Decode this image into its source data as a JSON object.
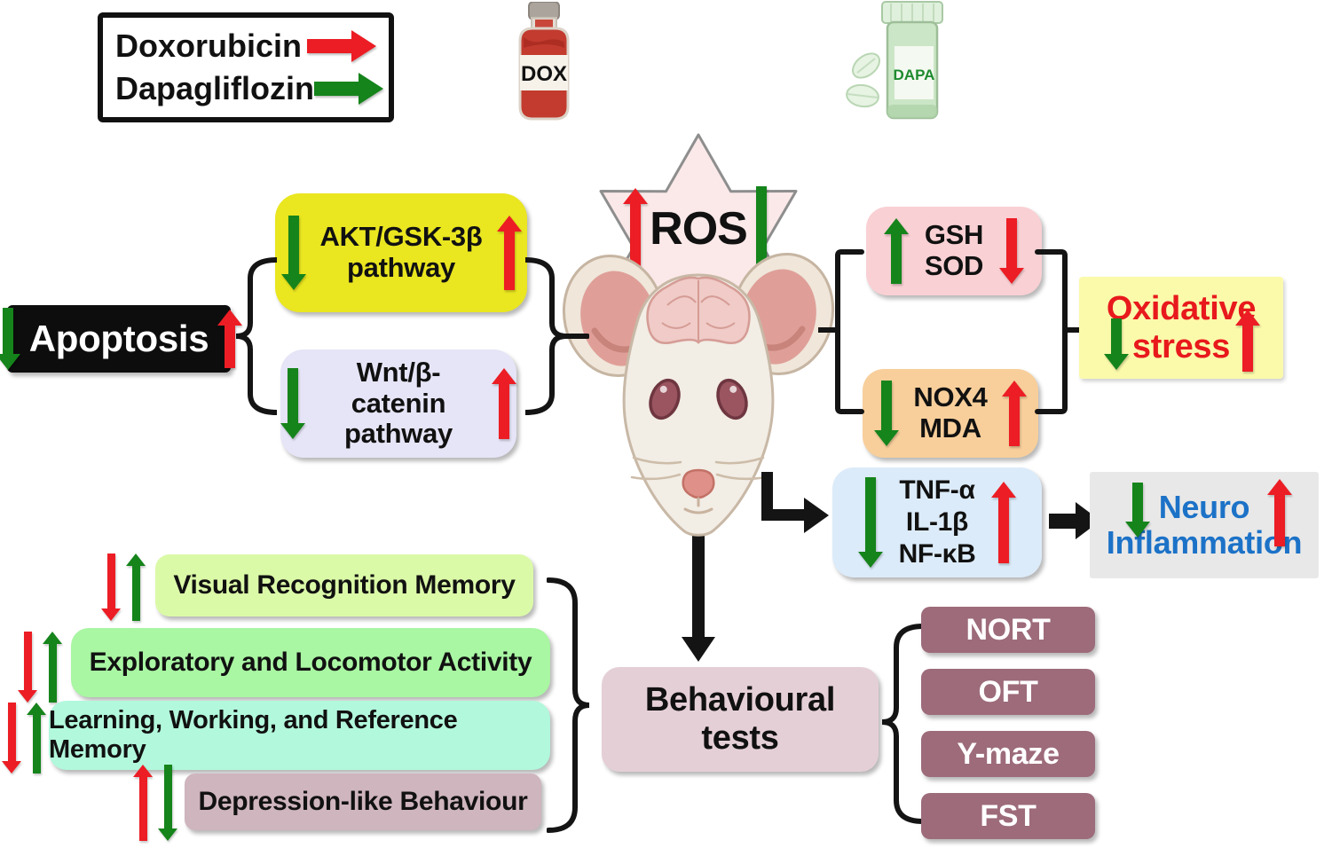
{
  "legend": {
    "items": [
      {
        "label": "Doxorubicin",
        "arrow_color": "#EC1D24"
      },
      {
        "label": "Dapagliflozin",
        "arrow_color": "#15841B"
      }
    ]
  },
  "drugs": {
    "dox_vial_label": "DOX",
    "dapa_bottle_label": "DAPA"
  },
  "ros": {
    "label": "ROS",
    "doxorubicin_arrow": "up",
    "dapagliflozin_arrow": "down"
  },
  "apoptosis": {
    "label": "Apoptosis",
    "doxorubicin_arrow": "up",
    "dapagliflozin_arrow": "down"
  },
  "pathway_akt": {
    "line1": "AKT/GSK-3β",
    "line2": "pathway",
    "doxorubicin_arrow": "up",
    "dapagliflozin_arrow": "down"
  },
  "pathway_wnt": {
    "line1": "Wnt/β-catenin",
    "line2": "pathway",
    "doxorubicin_arrow": "up",
    "dapagliflozin_arrow": "down"
  },
  "antioxidants": {
    "line1": "GSH",
    "line2": "SOD",
    "doxorubicin_arrow": "down",
    "dapagliflozin_arrow": "up"
  },
  "prooxidants": {
    "line1": "NOX4",
    "line2": "MDA",
    "doxorubicin_arrow": "up",
    "dapagliflozin_arrow": "down"
  },
  "oxidative_stress": {
    "line1": "Oxidative",
    "line2": "stress",
    "doxorubicin_arrow": "up",
    "dapagliflozin_arrow": "down"
  },
  "cytokines": {
    "line1": "TNF-α",
    "line2": "IL-1β",
    "line3": "NF-κB",
    "doxorubicin_arrow": "up",
    "dapagliflozin_arrow": "down"
  },
  "neuroinflammation": {
    "line1": "Neuro",
    "line2": "Inflammation",
    "doxorubicin_arrow": "up",
    "dapagliflozin_arrow": "down"
  },
  "behaviours": [
    {
      "label": "Visual Recognition Memory",
      "doxorubicin_arrow": "down",
      "dapagliflozin_arrow": "up"
    },
    {
      "label": "Exploratory and Locomotor Activity",
      "doxorubicin_arrow": "down",
      "dapagliflozin_arrow": "up"
    },
    {
      "label": "Learning, Working, and Reference Memory",
      "doxorubicin_arrow": "down",
      "dapagliflozin_arrow": "up"
    },
    {
      "label": "Depression-like Behaviour",
      "doxorubicin_arrow": "up",
      "dapagliflozin_arrow": "down"
    }
  ],
  "behavioural_tests": {
    "line1": "Behavioural",
    "line2": "tests"
  },
  "tests": [
    {
      "label": "NORT"
    },
    {
      "label": "OFT"
    },
    {
      "label": "Y-maze"
    },
    {
      "label": "FST"
    }
  ],
  "colors": {
    "doxorubicin_arrow": "#EC1D24",
    "dapagliflozin_arrow": "#15841B",
    "oxidative_stress_text": "#E8191C",
    "neuroinflammation_text": "#1C72C7",
    "akt_box": "#EAE620",
    "wnt_box": "#E6E5F7",
    "antioxidants_box": "#F9D0D4",
    "prooxidants_box": "#F8CF9B",
    "cytokines_box": "#DCEBF9",
    "test_box": "#9D6B7A"
  }
}
